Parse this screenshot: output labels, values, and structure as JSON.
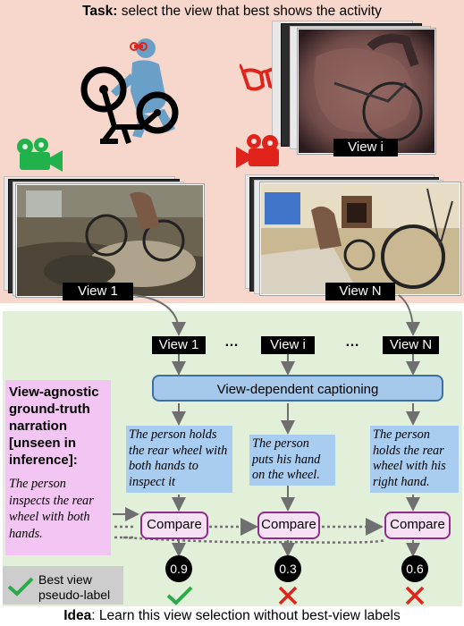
{
  "task": {
    "bold": "Task:",
    "text": " select the view that best shows the activity"
  },
  "views": {
    "view_1": "View 1",
    "view_i": "View i",
    "view_n": "View N",
    "dots": "…"
  },
  "process": {
    "captioning_label": "View-dependent captioning",
    "captions": [
      "The person holds the rear wheel with both hands to inspect it",
      "The person puts his hand on the wheel.",
      "The person holds the rear wheel with his right hand."
    ],
    "compare_label": "Compare",
    "scores": [
      "0.9",
      "0.3",
      "0.6"
    ]
  },
  "ground_truth": {
    "title": "View-agnostic ground-truth narration [unseen in inference]:",
    "text": "The person inspects the rear wheel with both hands."
  },
  "legend": {
    "line1": "Best view",
    "line2": "pseudo-label"
  },
  "idea": {
    "bold": "Idea",
    "text": ": Learn this view selection without best-view labels"
  },
  "colors": {
    "top_bg": "#f7d7cb",
    "bottom_bg": "#e2f0d9",
    "caption_bg": "#a9cdf0",
    "compare_border": "#8c2d8c",
    "check": "#2da84a",
    "cross": "#e0241b",
    "camera_green": "#21b24b",
    "camera_red": "#e0241b"
  },
  "icons": [
    "person-bike-icon",
    "glasses-icon",
    "camera-green-icon",
    "camera-red-icon",
    "checkmark-icon",
    "cross-icon"
  ]
}
